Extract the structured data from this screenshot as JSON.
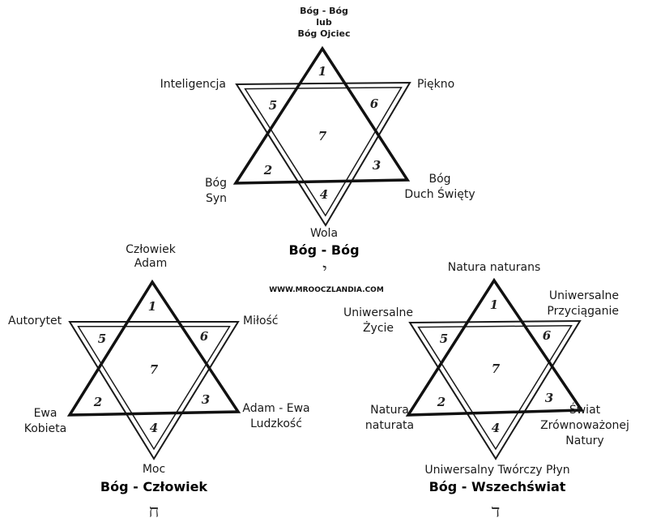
{
  "watermark": "WWW.MROOCZLANDIA.COM",
  "stars": [
    {
      "id": "top",
      "title": "Bóg - Bóg",
      "letter": "י",
      "labels": {
        "top": [
          "Bóg - Bóg",
          "lub",
          "Bóg Ojciec"
        ],
        "upper_left": [
          "Inteligencja"
        ],
        "upper_right": [
          "Piękno"
        ],
        "lower_left": [
          "Bóg",
          "Syn"
        ],
        "lower_right": [
          "Bóg",
          "Duch Święty"
        ],
        "bottom": [
          "Wola"
        ]
      },
      "numbers": [
        "1",
        "2",
        "3",
        "4",
        "5",
        "6",
        "7"
      ]
    },
    {
      "id": "left",
      "title": "Bóg - Człowiek",
      "letter": "ח",
      "labels": {
        "top": [
          "Człowiek",
          "Adam"
        ],
        "upper_left": [
          "Autorytet"
        ],
        "upper_right": [
          "Miłość"
        ],
        "lower_left": [
          "Ewa",
          "Kobieta"
        ],
        "lower_right": [
          "Adam - Ewa",
          "Ludzkość"
        ],
        "bottom": [
          "Moc"
        ]
      },
      "numbers": [
        "1",
        "2",
        "3",
        "4",
        "5",
        "6",
        "7"
      ]
    },
    {
      "id": "right",
      "title": "Bóg - Wszechświat",
      "letter": "ד",
      "labels": {
        "top": [
          "Natura naturans"
        ],
        "upper_left": [
          "Uniwersalne",
          "Życie"
        ],
        "upper_right": [
          "Uniwersalne",
          "Przyciąganie"
        ],
        "lower_left": [
          "Natura",
          "naturata"
        ],
        "lower_right": [
          "Świat",
          "Zrównoważonej",
          "Natury"
        ],
        "bottom": [
          "Uniwersalny Twórczy Płyn"
        ]
      },
      "numbers": [
        "1",
        "2",
        "3",
        "4",
        "5",
        "6",
        "7"
      ]
    }
  ]
}
